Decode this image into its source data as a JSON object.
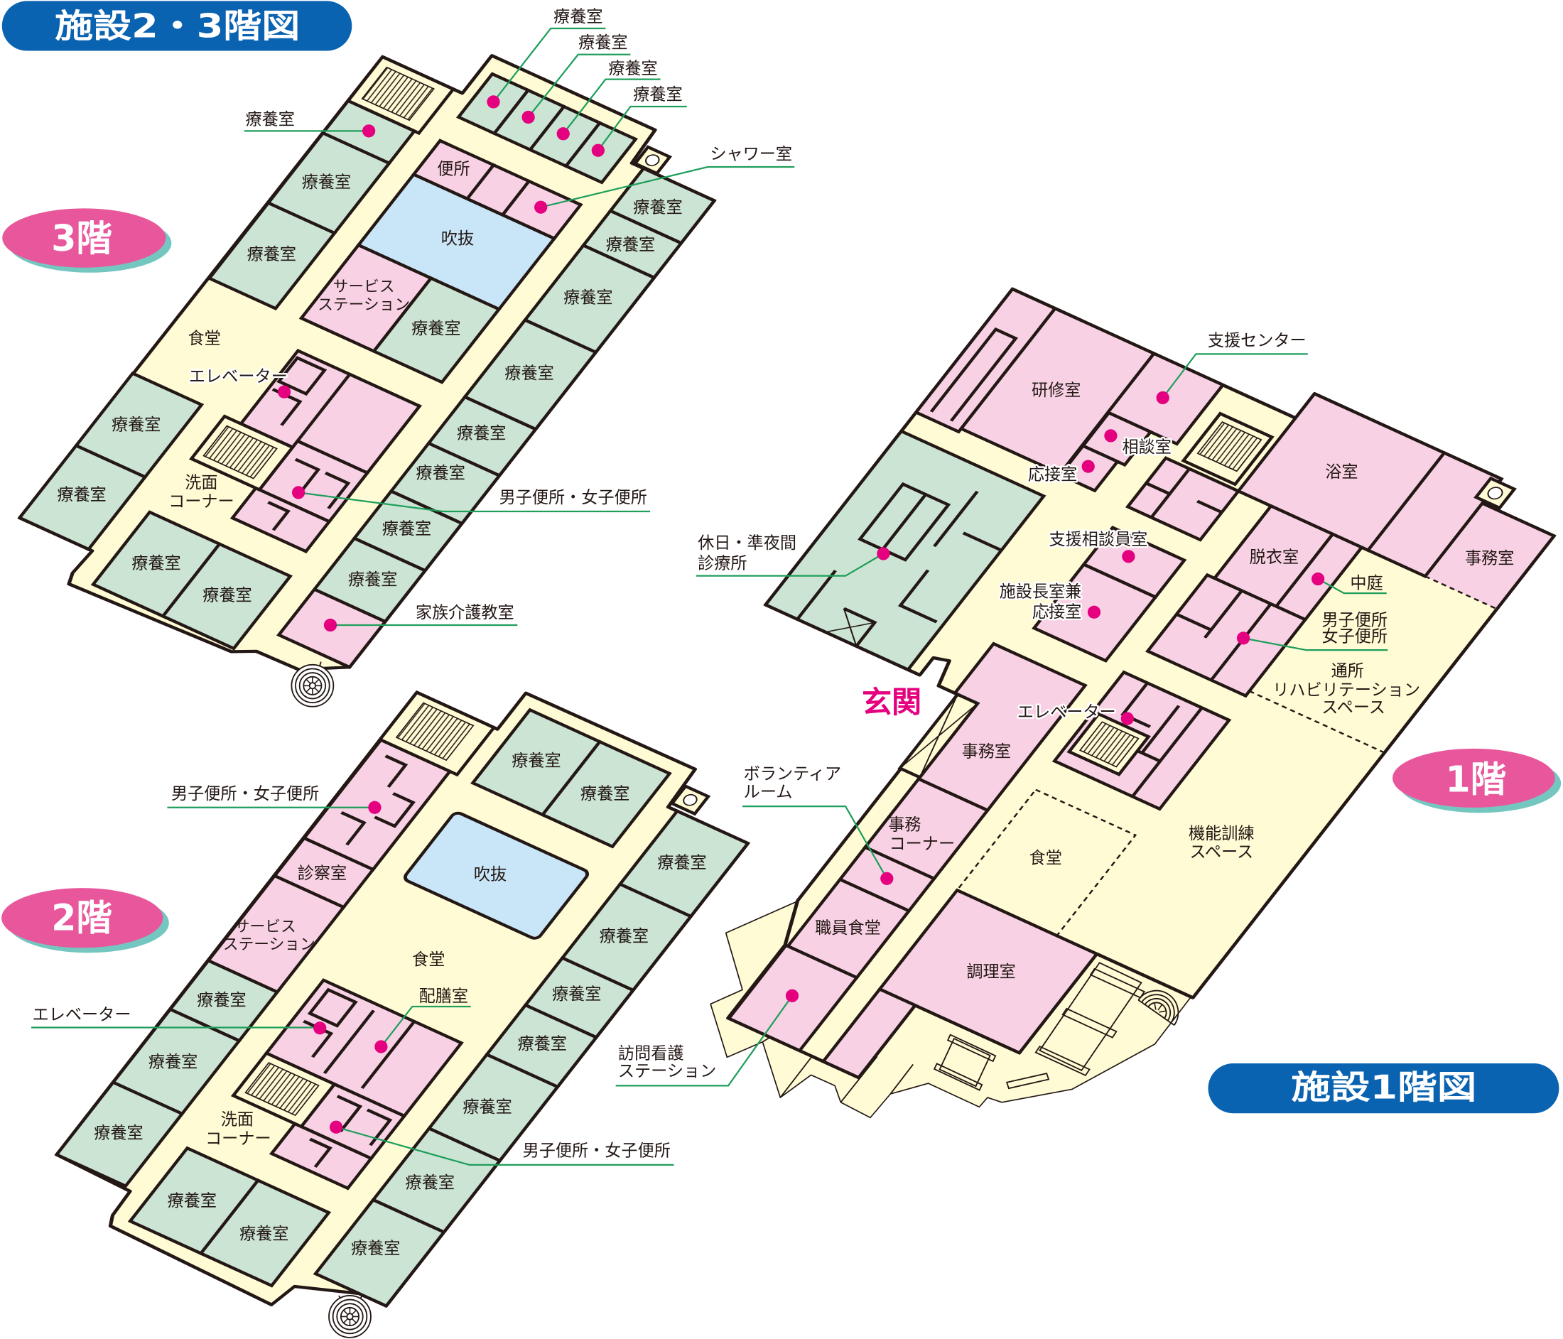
{
  "titles": {
    "floors_2_3": "施設2・3階図",
    "floor_1": "施設1階図"
  },
  "floor_badges": {
    "f3": "3階",
    "f2": "2階",
    "f1": "1階"
  },
  "colors": {
    "title_background": "#0A63B0",
    "floor_badge": "#E8579B",
    "floor_badge_shadow": "#74C7C1",
    "care_room_green": "#CCE4D3",
    "facility_room_pink": "#F8D2E4",
    "corridor_yellow": "#FFFBD4",
    "atrium_blue": "#C8E6F8",
    "location_marker": "#E4007F",
    "leader_line": "#1E9E5B",
    "entrance_label": "#E4007F"
  },
  "floor3": {
    "rooms": [
      {
        "label": "便所"
      },
      {
        "label": "吹抜"
      },
      {
        "lines": [
          "サービス",
          "ステーション"
        ]
      },
      {
        "label": "療養室"
      },
      {
        "label": "食堂"
      },
      {
        "label": "療養室"
      },
      {
        "label": "療養室"
      },
      {
        "label": "療養室"
      },
      {
        "label": "療養室"
      },
      {
        "label": "療養室"
      },
      {
        "label": "療養室"
      },
      {
        "label": "療養室"
      },
      {
        "label": "療養室"
      },
      {
        "label": "療養室"
      },
      {
        "label": "療養室"
      },
      {
        "label": "療養室"
      },
      {
        "label": "療養室"
      },
      {
        "label": "療養室"
      },
      {
        "label": "療養室"
      },
      {
        "lines": [
          "洗面",
          "コーナー"
        ]
      }
    ],
    "callouts": [
      {
        "label": "療養室",
        "marker": true
      },
      {
        "label": "療養室",
        "marker": true
      },
      {
        "label": "療養室",
        "marker": true
      },
      {
        "label": "療養室",
        "marker": true
      },
      {
        "label": "療養室",
        "marker": true
      },
      {
        "label": "シャワー室",
        "marker": true
      },
      {
        "label": "エレベーター",
        "marker": true
      },
      {
        "label": "男子便所・女子便所",
        "marker": true
      },
      {
        "label": "家族介護教室",
        "marker": true
      }
    ]
  },
  "floor2": {
    "rooms": [
      {
        "label": "診察室"
      },
      {
        "lines": [
          "サービス",
          "ステーション"
        ]
      },
      {
        "label": "療養室"
      },
      {
        "label": "療養室"
      },
      {
        "label": "療養室"
      },
      {
        "label": "食堂"
      },
      {
        "label": "吹抜"
      },
      {
        "label": "療養室"
      },
      {
        "label": "療養室"
      },
      {
        "label": "療養室"
      },
      {
        "label": "療養室"
      },
      {
        "label": "療養室"
      },
      {
        "label": "療養室"
      },
      {
        "label": "療養室"
      },
      {
        "label": "療養室"
      },
      {
        "label": "療養室"
      },
      {
        "label": "療養室"
      },
      {
        "label": "療養室"
      },
      {
        "lines": [
          "洗面",
          "コーナー"
        ]
      }
    ],
    "callouts": [
      {
        "label": "男子便所・女子便所",
        "marker": true
      },
      {
        "label": "エレベーター",
        "marker": true
      },
      {
        "label": "配膳室",
        "marker": true
      },
      {
        "label": "男子便所・女子便所",
        "marker": true
      }
    ]
  },
  "floor1": {
    "entrance": "玄関",
    "rooms": [
      {
        "label": "研修室"
      },
      {
        "label": "浴室"
      },
      {
        "label": "脱衣室"
      },
      {
        "label": "事務室"
      },
      {
        "label": "支援相談員室",
        "marker": true
      },
      {
        "lines": [
          "施設長室兼",
          "応接室"
        ],
        "marker": true
      },
      {
        "label": "相談室",
        "marker": true
      },
      {
        "label": "応接室",
        "marker": true
      },
      {
        "lines": [
          "通所",
          "リハビリテーション",
          "スペース"
        ]
      },
      {
        "label": "事務室"
      },
      {
        "lines": [
          "事務",
          "コーナー"
        ]
      },
      {
        "label": "食堂"
      },
      {
        "label": "職員食堂"
      },
      {
        "label": "調理室"
      },
      {
        "lines": [
          "機能訓練",
          "スペース"
        ]
      },
      {
        "label": "エレベーター",
        "marker": true
      }
    ],
    "callouts": [
      {
        "label": "支援センター",
        "marker": true
      },
      {
        "label": "中庭",
        "marker": true
      },
      {
        "lines": [
          "男子便所",
          "女子便所"
        ],
        "marker": true
      },
      {
        "lines": [
          "休日・準夜間",
          "診療所"
        ],
        "marker": true
      },
      {
        "lines": [
          "ボランティア",
          "ルーム"
        ],
        "marker": true
      },
      {
        "lines": [
          "訪問看護",
          "ステーション"
        ],
        "marker": true
      }
    ]
  }
}
